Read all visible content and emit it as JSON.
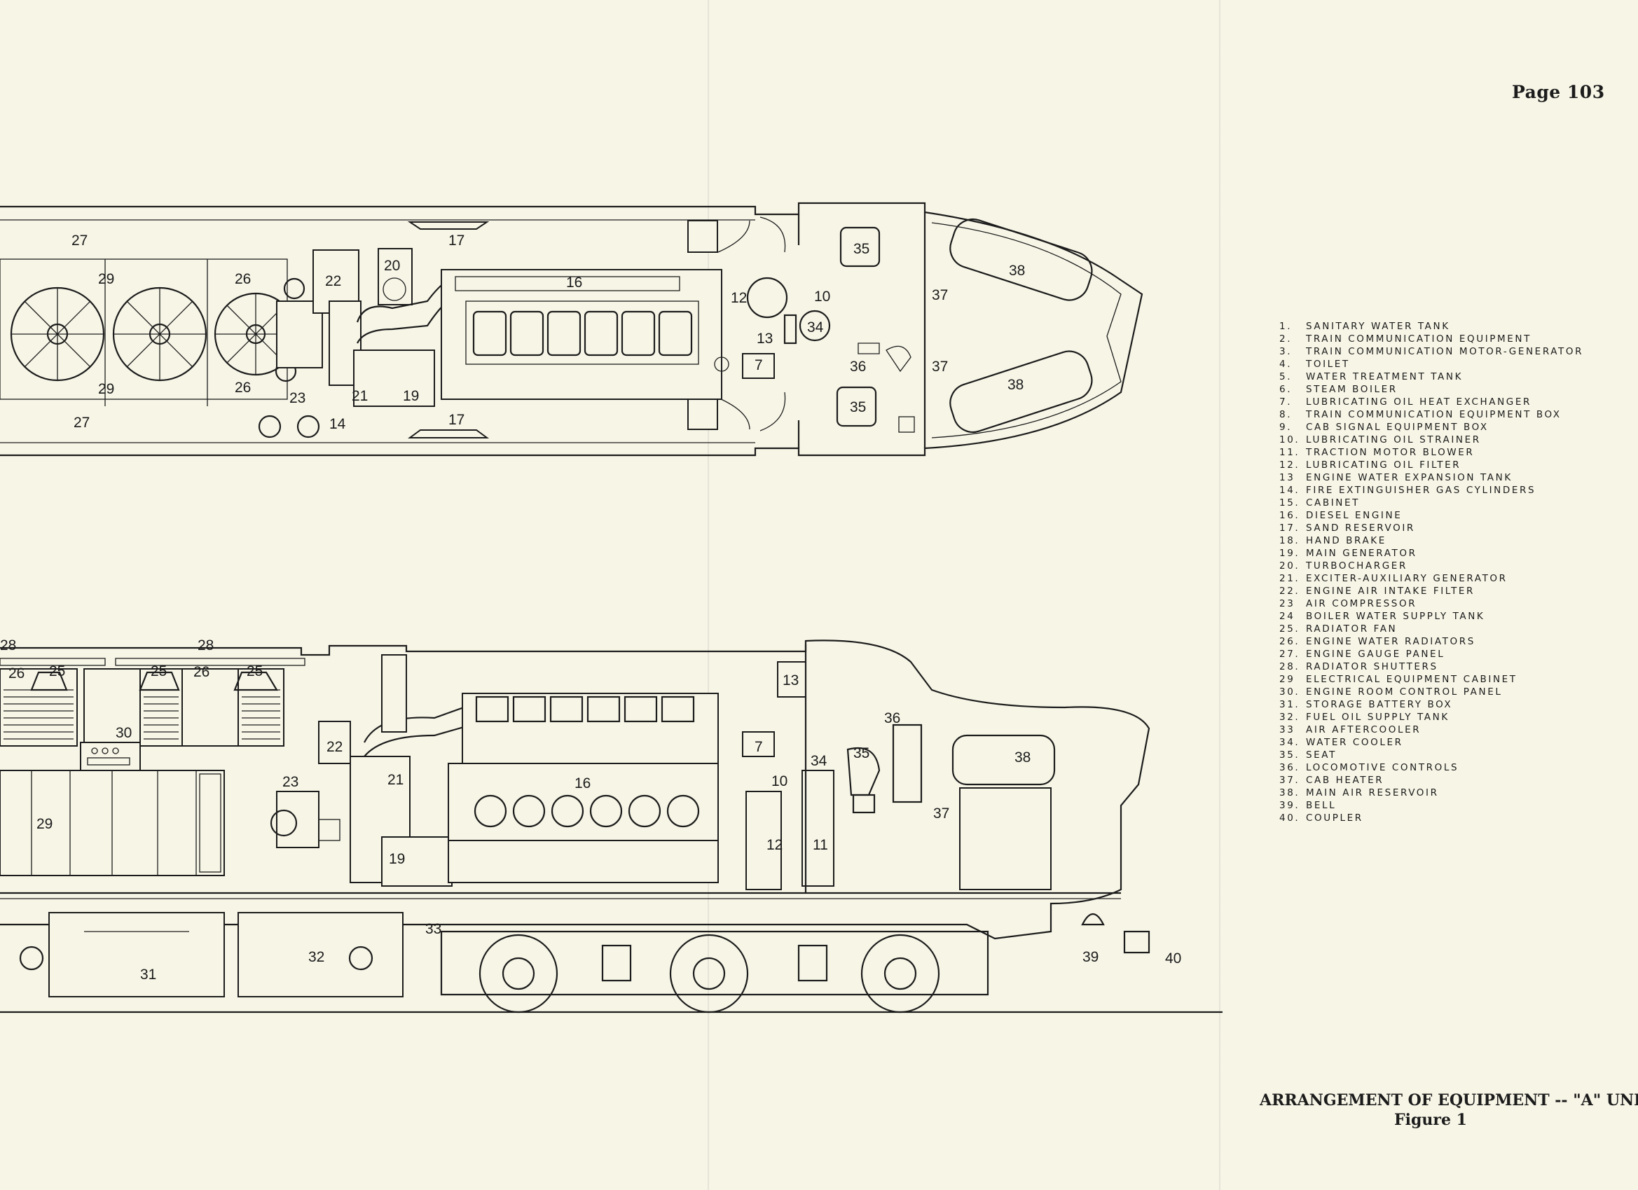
{
  "page": {
    "number": "Page 103"
  },
  "plan_view": {
    "labels": {
      "l27a": "27",
      "l29a": "29",
      "l26a": "26",
      "l22": "22",
      "l20": "20",
      "l17a": "17",
      "l16": "16",
      "l12": "12",
      "l10": "10",
      "l35a": "35",
      "l38a": "38",
      "l37a": "37",
      "l13": "13",
      "l34": "34",
      "l7": "7",
      "l36": "36",
      "l37b": "37",
      "l38b": "38",
      "l35b": "35",
      "l29b": "29",
      "l26b": "26",
      "l23": "23",
      "l21": "21",
      "l19": "19",
      "l27b": "27",
      "l14": "14",
      "l17b": "17"
    }
  },
  "elevation_view": {
    "labels": {
      "l28a": "28",
      "l28b": "28",
      "l26a": "26",
      "l25a": "25",
      "l25b": "25",
      "l26b": "26",
      "l25c": "25",
      "l30": "30",
      "l22": "22",
      "l13": "13",
      "l36": "36",
      "l35": "35",
      "l38": "38",
      "l7": "7",
      "l34": "34",
      "l10": "10",
      "l21": "21",
      "l23": "23",
      "l16": "16",
      "l37": "37",
      "l29": "29",
      "l12": "12",
      "l11": "11",
      "l19": "19",
      "l33": "33",
      "l32": "32",
      "l31": "31",
      "l39": "39",
      "l40": "40"
    }
  },
  "legend": [
    {
      "num": "1.",
      "text": "SANITARY WATER TANK"
    },
    {
      "num": "2.",
      "text": "TRAIN COMMUNICATION EQUIPMENT"
    },
    {
      "num": "3.",
      "text": "TRAIN COMMUNICATION MOTOR-GENERATOR"
    },
    {
      "num": "4.",
      "text": "TOILET"
    },
    {
      "num": "5.",
      "text": "WATER TREATMENT TANK"
    },
    {
      "num": "6.",
      "text": "STEAM BOILER"
    },
    {
      "num": "7.",
      "text": "LUBRICATING OIL HEAT EXCHANGER"
    },
    {
      "num": "8.",
      "text": "TRAIN COMMUNICATION EQUIPMENT BOX"
    },
    {
      "num": "9.",
      "text": "CAB SIGNAL EQUIPMENT BOX"
    },
    {
      "num": "10.",
      "text": "LUBRICATING OIL STRAINER"
    },
    {
      "num": "11.",
      "text": "TRACTION MOTOR BLOWER"
    },
    {
      "num": "12.",
      "text": "LUBRICATING OIL FILTER"
    },
    {
      "num": "13",
      "text": "ENGINE WATER EXPANSION TANK"
    },
    {
      "num": "14.",
      "text": "FIRE EXTINGUISHER GAS CYLINDERS"
    },
    {
      "num": "15.",
      "text": "CABINET"
    },
    {
      "num": "16.",
      "text": "DIESEL ENGINE"
    },
    {
      "num": "17.",
      "text": "SAND RESERVOIR"
    },
    {
      "num": "18.",
      "text": "HAND BRAKE"
    },
    {
      "num": "19.",
      "text": "MAIN GENERATOR"
    },
    {
      "num": "20.",
      "text": "TURBOCHARGER"
    },
    {
      "num": "21.",
      "text": "EXCITER-AUXILIARY GENERATOR"
    },
    {
      "num": "22.",
      "text": "ENGINE AIR INTAKE FILTER"
    },
    {
      "num": "23",
      "text": "AIR COMPRESSOR"
    },
    {
      "num": "24",
      "text": "BOILER WATER SUPPLY TANK"
    },
    {
      "num": "25.",
      "text": "RADIATOR FAN"
    },
    {
      "num": "26.",
      "text": "ENGINE WATER RADIATORS"
    },
    {
      "num": "27.",
      "text": "ENGINE GAUGE PANEL"
    },
    {
      "num": "28.",
      "text": "RADIATOR SHUTTERS"
    },
    {
      "num": "29",
      "text": "ELECTRICAL EQUIPMENT CABINET"
    },
    {
      "num": "30.",
      "text": "ENGINE ROOM CONTROL PANEL"
    },
    {
      "num": "31.",
      "text": "STORAGE BATTERY BOX"
    },
    {
      "num": "32.",
      "text": "FUEL OIL SUPPLY TANK"
    },
    {
      "num": "33",
      "text": "AIR AFTERCOOLER"
    },
    {
      "num": "34.",
      "text": "WATER COOLER"
    },
    {
      "num": "35.",
      "text": "SEAT"
    },
    {
      "num": "36.",
      "text": "LOCOMOTIVE CONTROLS"
    },
    {
      "num": "37.",
      "text": "CAB HEATER"
    },
    {
      "num": "38.",
      "text": "MAIN AIR RESERVOIR"
    },
    {
      "num": "39.",
      "text": "BELL"
    },
    {
      "num": "40.",
      "text": "COUPLER"
    }
  ],
  "caption": {
    "line1": "ARRANGEMENT OF EQUIPMENT -- \"A\" UNIT",
    "line2": "Figure 1"
  }
}
